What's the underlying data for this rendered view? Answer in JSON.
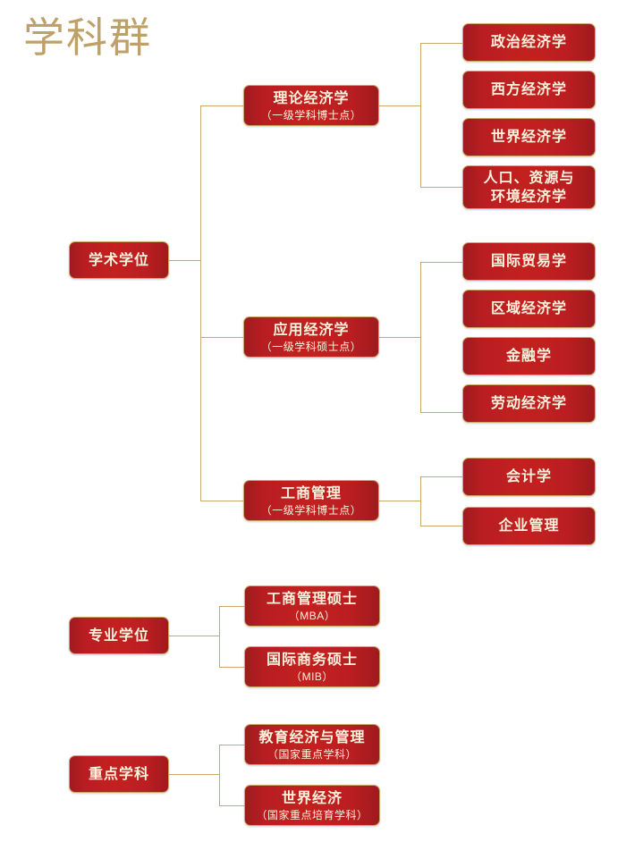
{
  "title": "学科群",
  "theme": {
    "gold": "#c8a96a",
    "title_color": "#bfa168",
    "box_red_dark": "#9e1b1f",
    "box_red_light": "#c3211f",
    "box_text": "#fdf3dd",
    "background": "#ffffff"
  },
  "chart_data": {
    "type": "tree",
    "title": "学科群",
    "orientation": "left-to-right",
    "branches": [
      {
        "root": {
          "main": "学术学位",
          "sub": ""
        },
        "children": [
          {
            "main": "理论经济学",
            "sub": "（一级学科博士点）",
            "leaves": [
              {
                "main": "政治经济学",
                "sub": ""
              },
              {
                "main": "西方经济学",
                "sub": ""
              },
              {
                "main": "世界经济学",
                "sub": ""
              },
              {
                "main": "人口、资源与",
                "sub": "环境经济学",
                "two_line_title": true
              }
            ]
          },
          {
            "main": "应用经济学",
            "sub": "（一级学科硕士点）",
            "leaves": [
              {
                "main": "国际贸易学",
                "sub": ""
              },
              {
                "main": "区域经济学",
                "sub": ""
              },
              {
                "main": "金融学",
                "sub": ""
              },
              {
                "main": "劳动经济学",
                "sub": ""
              }
            ]
          },
          {
            "main": "工商管理",
            "sub": "（一级学科博士点）",
            "leaves": [
              {
                "main": "会计学",
                "sub": ""
              },
              {
                "main": "企业管理",
                "sub": ""
              }
            ]
          }
        ]
      },
      {
        "root": {
          "main": "专业学位",
          "sub": ""
        },
        "children": [
          {
            "main": "工商管理硕士",
            "sub": "（MBA）",
            "leaves": []
          },
          {
            "main": "国际商务硕士",
            "sub": "（MIB）",
            "leaves": []
          }
        ]
      },
      {
        "root": {
          "main": "重点学科",
          "sub": ""
        },
        "children": [
          {
            "main": "教育经济与管理",
            "sub": "（国家重点学科）",
            "leaves": []
          },
          {
            "main": "世界经济",
            "sub": "（国家重点培育学科）",
            "leaves": []
          }
        ]
      }
    ]
  },
  "nodes": {
    "root_academic": {
      "main": "学术学位",
      "sub": ""
    },
    "root_professional": {
      "main": "专业学位",
      "sub": ""
    },
    "root_key": {
      "main": "重点学科",
      "sub": ""
    },
    "theoretical_econ": {
      "main": "理论经济学",
      "sub": "（一级学科博士点）"
    },
    "applied_econ": {
      "main": "应用经济学",
      "sub": "（一级学科硕士点）"
    },
    "business_admin": {
      "main": "工商管理",
      "sub": "（一级学科博士点）"
    },
    "political_econ": {
      "main": "政治经济学",
      "sub": ""
    },
    "western_econ": {
      "main": "西方经济学",
      "sub": ""
    },
    "world_econ_x": {
      "main": "世界经济学",
      "sub": ""
    },
    "pop_res_env": {
      "main": "人口、资源与",
      "sub": "环境经济学"
    },
    "intl_trade": {
      "main": "国际贸易学",
      "sub": ""
    },
    "regional_econ": {
      "main": "区域经济学",
      "sub": ""
    },
    "finance": {
      "main": "金融学",
      "sub": ""
    },
    "labor_econ": {
      "main": "劳动经济学",
      "sub": ""
    },
    "accounting": {
      "main": "会计学",
      "sub": ""
    },
    "enterprise_mgmt": {
      "main": "企业管理",
      "sub": ""
    },
    "mba": {
      "main": "工商管理硕士",
      "sub": "（MBA）"
    },
    "mib": {
      "main": "国际商务硕士",
      "sub": "（MIB）"
    },
    "edu_econ_mgmt": {
      "main": "教育经济与管理",
      "sub": "（国家重点学科）"
    },
    "world_econ_key": {
      "main": "世界经济",
      "sub": "（国家重点培育学科）"
    }
  }
}
